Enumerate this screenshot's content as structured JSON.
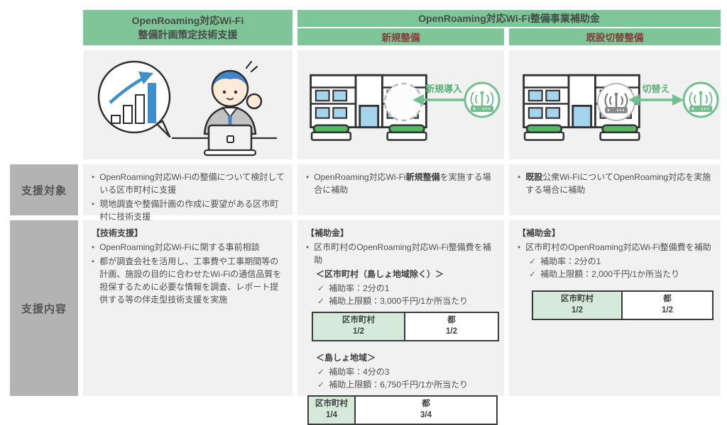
{
  "colors": {
    "header_green": "#7EC697",
    "subheader_text": "#7E4038",
    "label_gray": "#B3B3B3",
    "cell_gray": "#F1F1F1",
    "table_green": "#D6EAD9",
    "accent_blue": "#3E8ECC",
    "illustration_green": "#72C08F"
  },
  "marks": {
    "bullet": "•",
    "check": "✓"
  },
  "header": {
    "left_line1": "OpenRoaming対応Wi-Fi",
    "left_line2": "整備計画策定技術支援",
    "right_title": "OpenRoaming対応Wi-Fi整備事業補助金",
    "sub_new": "新規整備",
    "sub_existing": "既設切替整備"
  },
  "illustrations": {
    "new_arrow_label": "新規導入",
    "switch_arrow_label": "切替え"
  },
  "row_labels": {
    "target": "支援対象",
    "content": "支援内容"
  },
  "target": {
    "plan": {
      "bullet1": "OpenRoaming対応Wi-Fiの整備について検討している区市町村に支援",
      "bullet2": "現地調査や整備計画の作成に要望がある区市町村に技術支援"
    },
    "new": {
      "prefix": "OpenRoaming対応Wi-Fi",
      "bold": "新規整備",
      "suffix": "を実施する場合に補助"
    },
    "existing": {
      "bold": "既設",
      "rest": "公衆Wi-FiについてOpenRoaming対応を実施する場合に補助"
    }
  },
  "content": {
    "plan": {
      "heading": "【技術支援】",
      "bullet1": "OpenRoaming対応Wi-Fiに関する事前相談",
      "bullet2": "都が調査会社を活用し、工事費や工事期間等の計画、施設の目的に合わせたWi-Fiの通信品質を担保するために必要な情報を調査、レポート提供する等の伴走型技術支援を実施"
    },
    "new": {
      "heading": "【補助金】",
      "bullet1": "区市町村のOpenRoaming対応Wi-Fi整備費を補助",
      "section1_title": "＜区市町村（島しょ地域除く）＞",
      "s1_check1": "補助率：2分の1",
      "s1_check2": "補助上限額：3,000千円/1か所当たり",
      "table1": {
        "c1_label": "区市町村",
        "c1_value": "1/2",
        "c2_label": "都",
        "c2_value": "1/2"
      },
      "section2_title": "＜島しょ地域＞",
      "s2_check1": "補助率：4分の3",
      "s2_check2": "補助上限額：6,750千円/1か所当たり",
      "table2": {
        "c1_label": "区市町村",
        "c1_value": "1/4",
        "c2_label": "都",
        "c2_value": "3/4"
      }
    },
    "existing": {
      "heading": "【補助金】",
      "bullet1": "区市町村のOpenRoaming対応Wi-Fi整備費を補助",
      "check1": "補助率：2分の1",
      "check2": "補助上限額：2,000千円/1か所当たり",
      "table": {
        "c1_label": "区市町村",
        "c1_value": "1/2",
        "c2_label": "都",
        "c2_value": "1/2"
      }
    }
  }
}
